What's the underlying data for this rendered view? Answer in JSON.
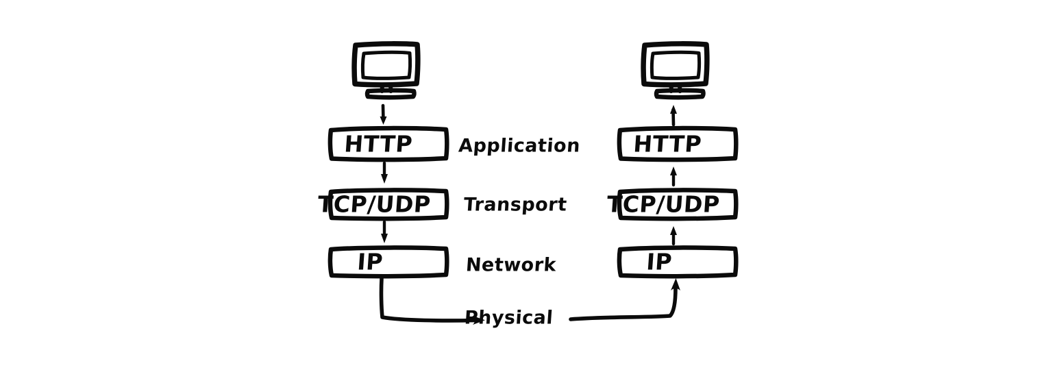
{
  "diagram": {
    "title": "TCP/IP protocol stack communication between two hosts",
    "style": "hand-drawn sketch",
    "background_color": "#ffffff",
    "ink_color": "#0b0b0b"
  },
  "hosts": [
    {
      "id": "left-host",
      "device_icon": "computer-monitor-icon",
      "direction": "send",
      "arrow_direction": "down",
      "layers": [
        {
          "label": "HTTP",
          "layer_name": "Application"
        },
        {
          "label": "TCP/UDP",
          "layer_name": "Transport"
        },
        {
          "label": "IP",
          "layer_name": "Network"
        }
      ]
    },
    {
      "id": "right-host",
      "device_icon": "computer-monitor-icon",
      "direction": "receive",
      "arrow_direction": "up",
      "layers": [
        {
          "label": "HTTP",
          "layer_name": "Application"
        },
        {
          "label": "TCP/UDP",
          "layer_name": "Transport"
        },
        {
          "label": "IP",
          "layer_name": "Network"
        }
      ]
    }
  ],
  "layer_labels": [
    {
      "text": "Application"
    },
    {
      "text": "Transport"
    },
    {
      "text": "Network"
    },
    {
      "text": "Physical"
    }
  ],
  "physical_link": {
    "label": "Physical",
    "left_arrow_icon": "arrow-right-icon",
    "right_arrow_icon": "arrow-up-icon"
  }
}
